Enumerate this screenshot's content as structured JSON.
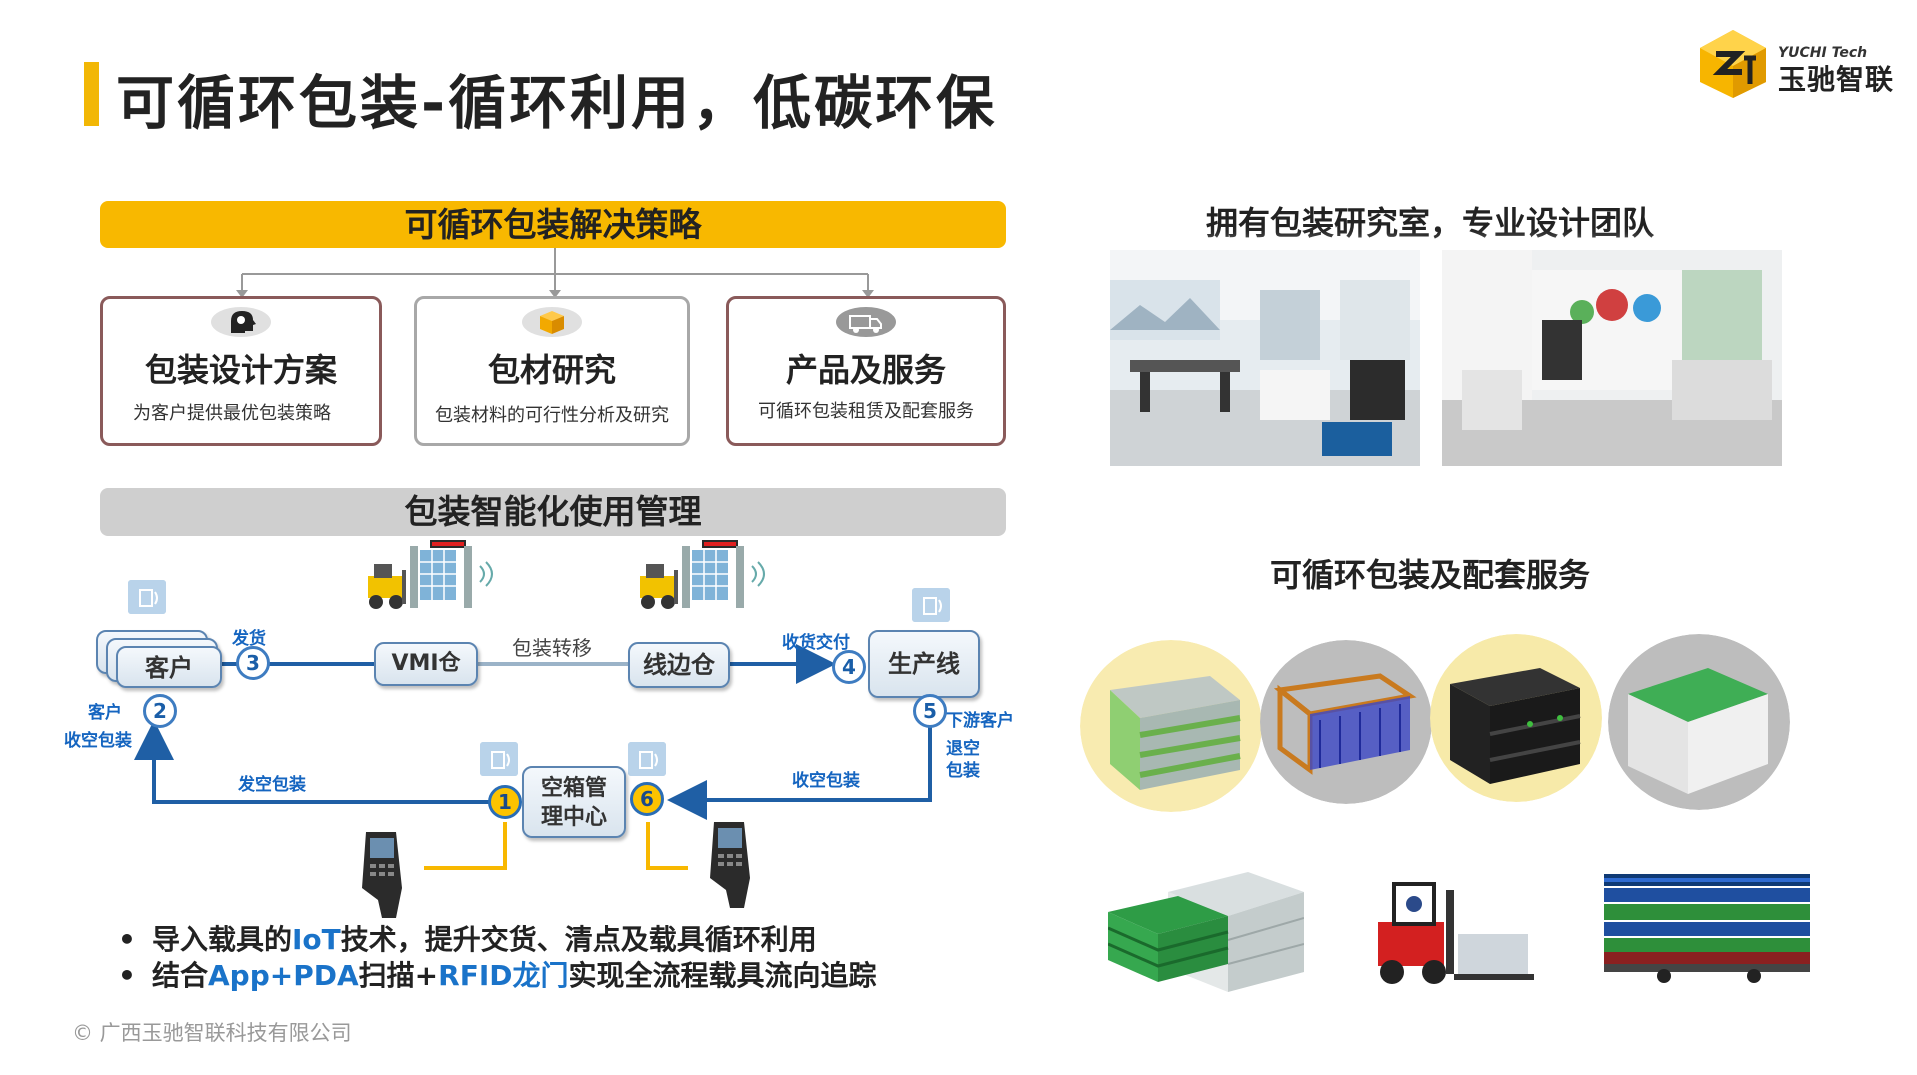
{
  "header": {
    "title": "可循环包装-循环利用，低碳环保",
    "logo_small": "YUCHI Tech",
    "logo_big": "玉驰智联",
    "accent": "#f2b705"
  },
  "left": {
    "strategy_banner": "可循环包装解决策略",
    "cards": [
      {
        "title": "包装设计方案",
        "desc": "为客户提供最优包装策略",
        "icon": "gear-head-icon"
      },
      {
        "title": "包材研究",
        "desc": "包装材料的可行性分析及研究",
        "icon": "box-icon"
      },
      {
        "title": "产品及服务",
        "desc": "可循环包装租赁及配套服务",
        "icon": "truck-icon"
      }
    ],
    "mgmt_banner": "包装智能化使用管理",
    "flow": {
      "nodes": {
        "customer": "客户",
        "vmi": "VMI仓",
        "lineside": "线边仓",
        "production": "生产线",
        "empty_center": "空箱管理中心"
      },
      "labels": {
        "ship": "发货",
        "transfer": "包装转移",
        "receive_deliver": "收货交付",
        "customer_receive_empty_1": "客户",
        "customer_receive_empty_2": "收空包装",
        "send_empty": "发空包装",
        "downstream": "下游客户",
        "return_empty_1": "退空",
        "return_empty_2": "包装",
        "receive_empty": "收空包装"
      },
      "numbers": [
        "1",
        "2",
        "3",
        "4",
        "5",
        "6"
      ]
    },
    "bullets": [
      {
        "pre": "导入载具的",
        "hl": "IoT",
        "post": "技术，提升交货、清点及载具循环利用"
      },
      {
        "pre": "结合",
        "hl": "App+PDA",
        "mid": "扫描+",
        "hl2": "RFID龙门",
        "post": "实现全流程载具流向追踪"
      }
    ],
    "bullet_mark": "•",
    "footer": "© 广西玉驰智联科技有限公司"
  },
  "right": {
    "lab_title": "拥有包装研究室，专业设计团队",
    "service_title": "可循环包装及配套服务"
  },
  "colors": {
    "yellow_banner": "#f8b800",
    "gray_banner": "#cfcfcf",
    "flow_blue": "#1f5fa5",
    "highlight_blue": "#1a73c9",
    "card_border": "#8a5a5a"
  }
}
